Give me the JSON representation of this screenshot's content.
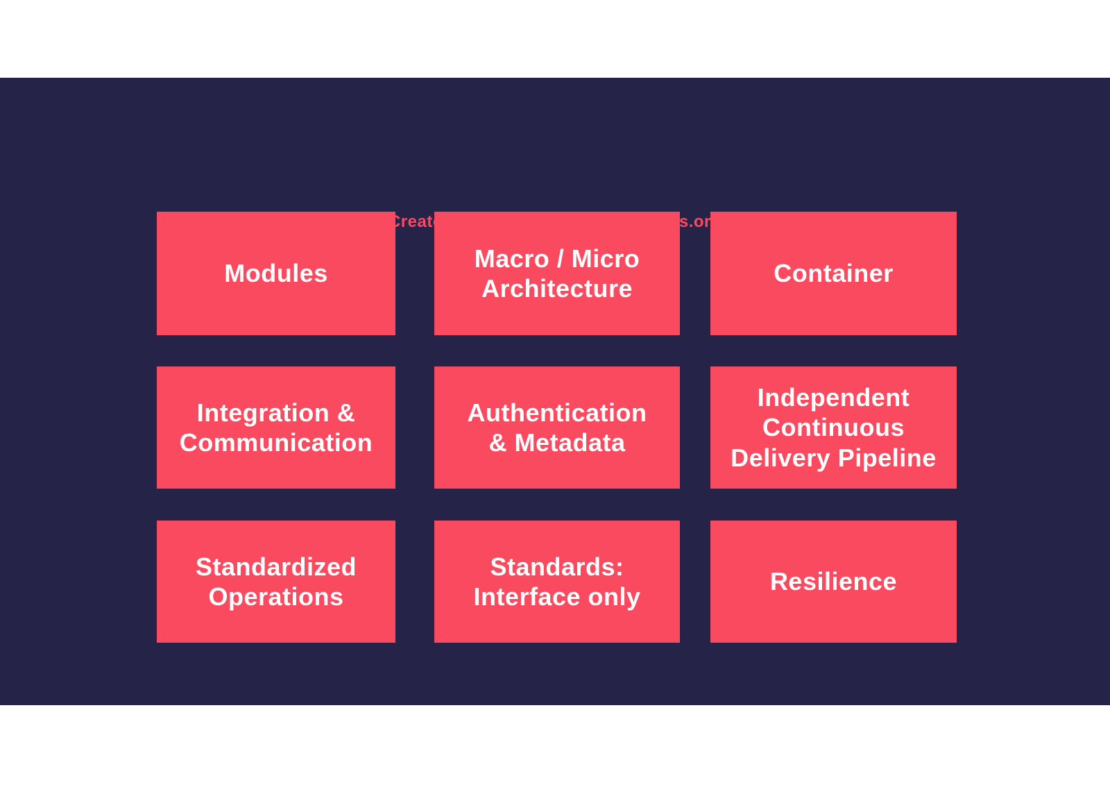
{
  "header": {
    "credit": "Creator: INNOQ | www.isa-principles.org"
  },
  "colors": {
    "page_bg": "#FFFFFF",
    "band_bg": "#262349",
    "box_bg": "#FA4A5F",
    "accent_text": "#FA4A5F",
    "box_text": "#FFFFFF"
  },
  "grid": {
    "boxes": [
      {
        "label": [
          "Modules"
        ]
      },
      {
        "label": [
          "Macro / Micro",
          "Architecture"
        ]
      },
      {
        "label": [
          "Container"
        ]
      },
      {
        "label": [
          "Integration &",
          "Communication"
        ]
      },
      {
        "label": [
          "Authentication",
          "& Metadata"
        ]
      },
      {
        "label": [
          "Independent",
          "Continuous",
          "Delivery Pipeline"
        ]
      },
      {
        "label": [
          "Standardized",
          "Operations"
        ]
      },
      {
        "label": [
          "Standards:",
          "Interface only"
        ]
      },
      {
        "label": [
          "Resilience"
        ]
      }
    ]
  }
}
